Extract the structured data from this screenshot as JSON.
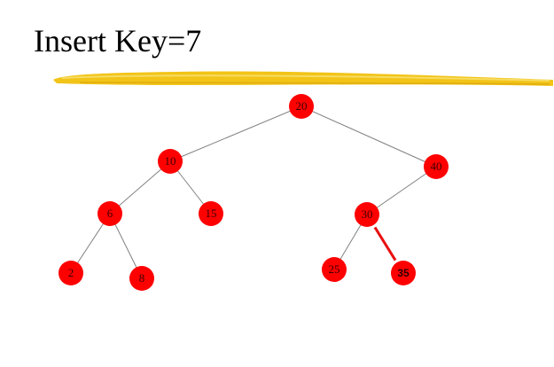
{
  "title": "Insert Key=7",
  "colors": {
    "node_fill": "#ff0000",
    "edge": "#7f7f7f",
    "highlight_edge": "#e81010",
    "underline_stroke": "#f2c418"
  },
  "tree": {
    "nodes": [
      {
        "id": "n20",
        "label": "20"
      },
      {
        "id": "n10",
        "label": "10"
      },
      {
        "id": "n40",
        "label": "40"
      },
      {
        "id": "n6",
        "label": "6"
      },
      {
        "id": "n15",
        "label": "15"
      },
      {
        "id": "n30",
        "label": "30"
      },
      {
        "id": "n2",
        "label": "2"
      },
      {
        "id": "n8",
        "label": "8"
      },
      {
        "id": "n25",
        "label": "25"
      },
      {
        "id": "n35",
        "label": "35",
        "bold": true
      }
    ],
    "edges": [
      {
        "from": "n20",
        "to": "n10"
      },
      {
        "from": "n20",
        "to": "n40"
      },
      {
        "from": "n10",
        "to": "n6"
      },
      {
        "from": "n10",
        "to": "n15"
      },
      {
        "from": "n40",
        "to": "n30"
      },
      {
        "from": "n6",
        "to": "n2"
      },
      {
        "from": "n6",
        "to": "n8"
      },
      {
        "from": "n30",
        "to": "n25"
      },
      {
        "from": "n30",
        "to": "n35",
        "highlight": true
      }
    ]
  }
}
